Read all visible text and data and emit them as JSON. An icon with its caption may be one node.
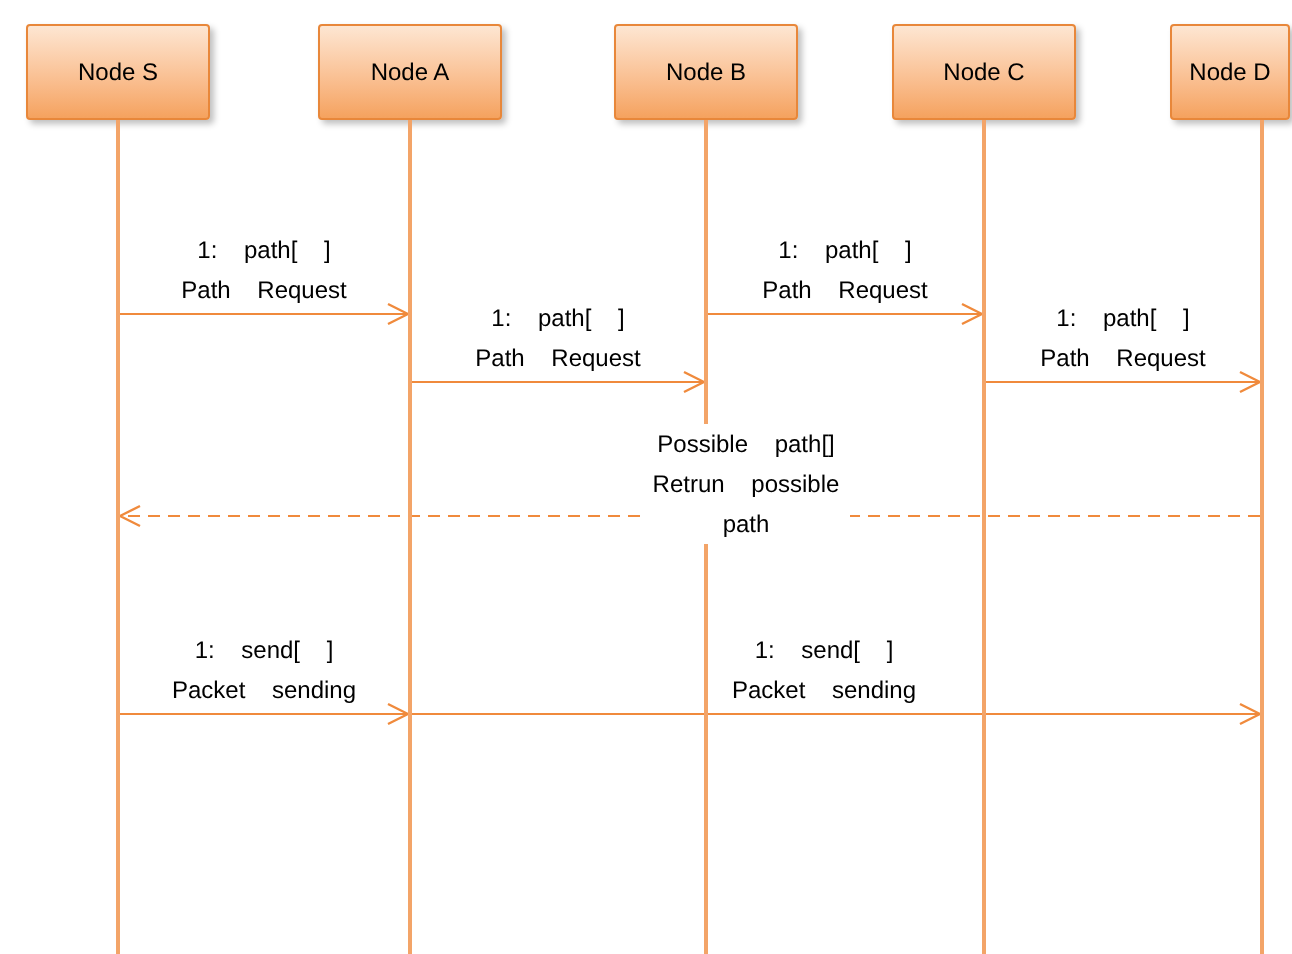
{
  "diagram": {
    "nodes": [
      {
        "text": [
          "Node S"
        ]
      },
      {
        "text": [
          "Node A"
        ]
      },
      {
        "text": [
          "Node B"
        ]
      },
      {
        "text": [
          "Node C"
        ]
      },
      {
        "text": [
          "Node D"
        ]
      },
      {
        "text": [],
        "shape": "line"
      },
      {
        "text": [],
        "shape": "line"
      },
      {
        "text": [],
        "shape": "line"
      },
      {
        "text": [],
        "shape": "line"
      },
      {
        "text": [],
        "shape": "line"
      }
    ],
    "edges": [
      {
        "from": 5,
        "to": 6,
        "arrow": "to",
        "label": "1: path[ ] Path Request"
      },
      {
        "from": 6,
        "to": 7,
        "arrow": "to",
        "label": "1: path[ ] Path Request"
      },
      {
        "from": 7,
        "to": 8,
        "arrow": "to",
        "label": "1: path[ ] Path Request"
      },
      {
        "from": 8,
        "to": 9,
        "arrow": "to",
        "label": "1: path[ ] Path Request"
      },
      {
        "from": 9,
        "to": 5,
        "arrow": "to",
        "label": "Possible path[] Retrun possible path",
        "style": "dashed"
      },
      {
        "from": 5,
        "to": 6,
        "arrow": "to",
        "label": "1: send[ ] Packet sending"
      },
      {
        "from": 6,
        "to": 9,
        "arrow": "to",
        "label": "1: send[ ] Packet sending"
      }
    ]
  }
}
